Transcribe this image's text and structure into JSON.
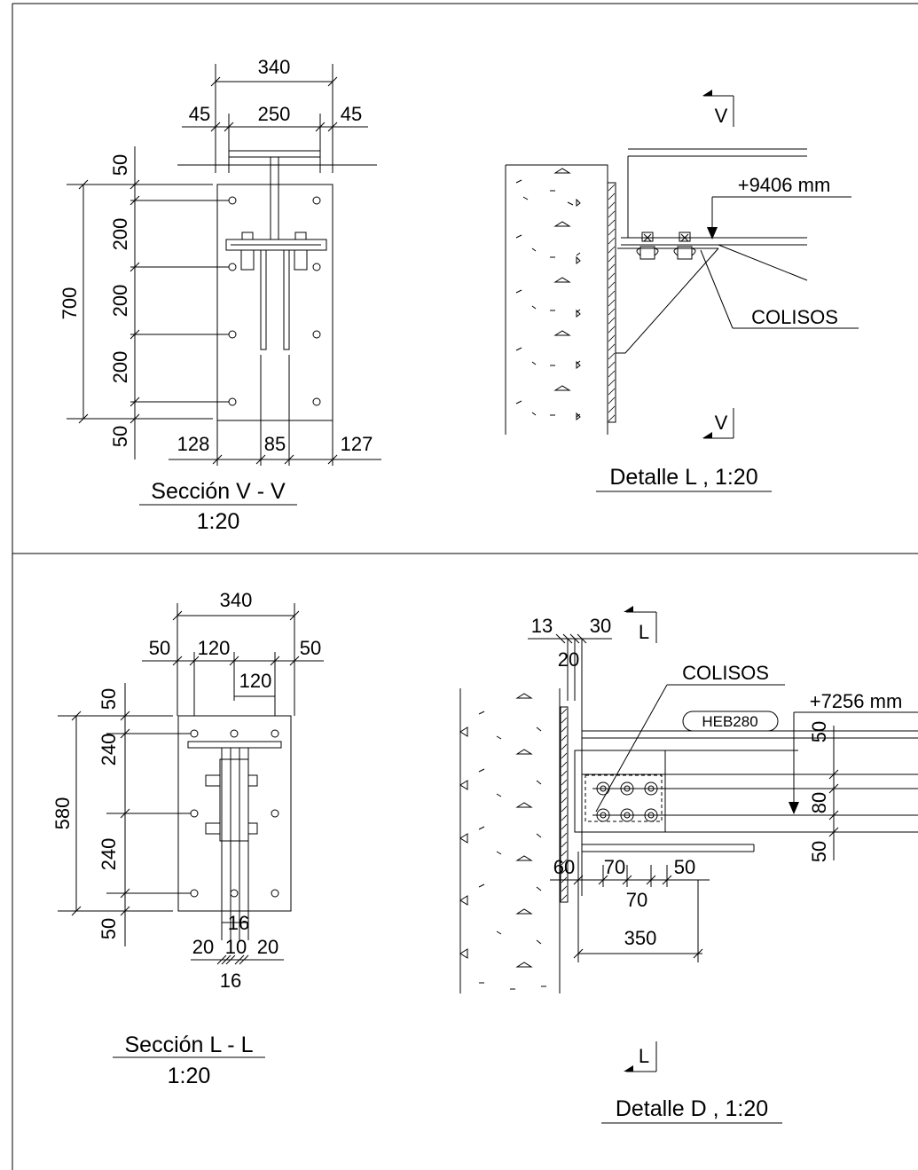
{
  "sheet": {
    "top_left": {
      "title": "Sección V - V",
      "scale": "1:20",
      "dims": {
        "total_width": "340",
        "edge_left": "45",
        "web_span": "250",
        "edge_right": "45",
        "total_height": "700",
        "v1": "50",
        "v2": "200",
        "v3": "200",
        "v4": "200",
        "v5": "50",
        "b1": "128",
        "b2": "85",
        "b3": "127"
      }
    },
    "top_right": {
      "title": "Detalle L , 1:20",
      "section_mark_top": "V",
      "section_mark_bottom": "V",
      "elevation": "+9406 mm",
      "note": "COLISOS"
    },
    "bottom_left": {
      "title": "Sección L - L",
      "scale": "1:20",
      "dims": {
        "total_width": "340",
        "edge_left": "50",
        "gauge_a": "120",
        "gauge_b": "120",
        "edge_right": "50",
        "total_height": "580",
        "v1": "50",
        "v2": "240",
        "v3": "240",
        "v4": "50",
        "plate_t": "16",
        "b1": "20",
        "b2": "10",
        "b3": "20",
        "b4": "16"
      }
    },
    "bottom_right": {
      "title": "Detalle D , 1:20",
      "section_mark_top": "L",
      "section_mark_bottom": "L",
      "elevation": "+7256 mm",
      "note": "COLISOS",
      "profile": "HEB280",
      "dims": {
        "t1": "13",
        "t2": "30",
        "t3": "20",
        "h1": "60",
        "h2": "70",
        "h3": "70",
        "h4": "50",
        "len": "350",
        "v1": "50",
        "v2": "80",
        "v3": "50"
      }
    }
  }
}
